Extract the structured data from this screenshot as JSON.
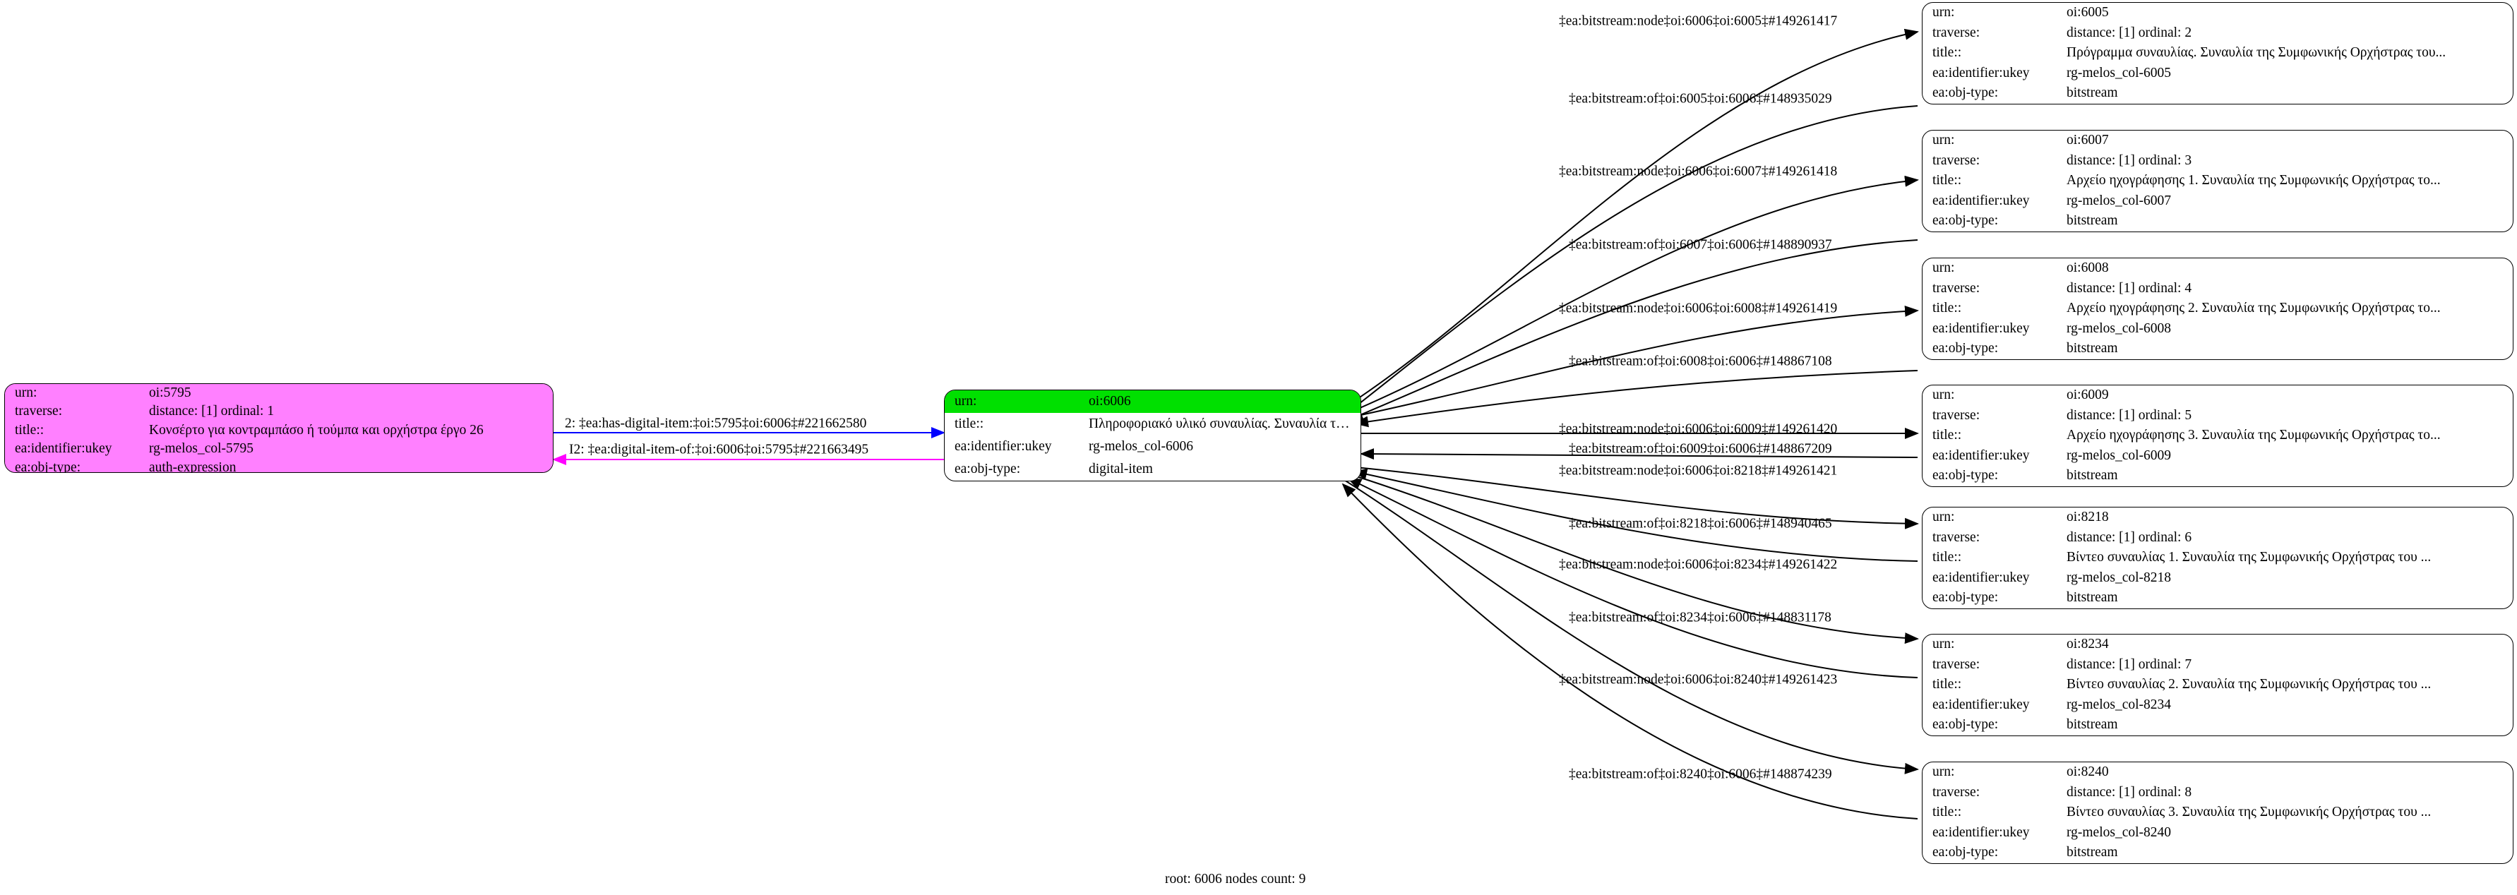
{
  "graph": {
    "caption": "root: 6006 nodes count: 9",
    "field_labels": {
      "urn": "urn:",
      "traverse": "traverse:",
      "title": "title::",
      "ukey": "ea:identifier:ukey",
      "objtype": "ea:obj-type:"
    },
    "colors": {
      "root_highlight": "#00e000",
      "related_node": "#ff80ff",
      "edge_out": "#0000ff",
      "edge_in": "#ff00ff",
      "edge_default": "#000000",
      "node_background": "#ffffff",
      "node_border": "#000000"
    }
  },
  "nodes": {
    "left": {
      "urn": "oi:5795",
      "traverse": "distance: [1]    ordinal: 1",
      "title": "Κονσέρτο για κοντραμπάσο ή τούμπα και ορχήστρα έργο 26",
      "ukey": "rg-melos_col-5795",
      "objtype": "auth-expression"
    },
    "root": {
      "urn": "oi:6006",
      "title": "Πληροφοριακό υλικό συναυλίας. Συναυλία της Συμφωνικής Ορχή...",
      "ukey": "rg-melos_col-6006",
      "objtype": "digital-item"
    },
    "right": [
      {
        "urn": "oi:6005",
        "traverse": "distance: [1]    ordinal: 2",
        "title": "Πρόγραμμα συναυλίας. Συναυλία της Συμφωνικής Ορχήστρας του...",
        "ukey": "rg-melos_col-6005",
        "objtype": "bitstream"
      },
      {
        "urn": "oi:6007",
        "traverse": "distance: [1]    ordinal: 3",
        "title": "Αρχείο ηχογράφησης 1. Συναυλία της Συμφωνικής Ορχήστρας το...",
        "ukey": "rg-melos_col-6007",
        "objtype": "bitstream"
      },
      {
        "urn": "oi:6008",
        "traverse": "distance: [1]    ordinal: 4",
        "title": "Αρχείο ηχογράφησης 2. Συναυλία της Συμφωνικής Ορχήστρας το...",
        "ukey": "rg-melos_col-6008",
        "objtype": "bitstream"
      },
      {
        "urn": "oi:6009",
        "traverse": "distance: [1]    ordinal: 5",
        "title": "Αρχείο ηχογράφησης 3. Συναυλία της Συμφωνικής Ορχήστρας το...",
        "ukey": "rg-melos_col-6009",
        "objtype": "bitstream"
      },
      {
        "urn": "oi:8218",
        "traverse": "distance: [1]    ordinal: 6",
        "title": "Βίντεο συναυλίας 1. Συναυλία της Συμφωνικής Ορχήστρας του ...",
        "ukey": "rg-melos_col-8218",
        "objtype": "bitstream"
      },
      {
        "urn": "oi:8234",
        "traverse": "distance: [1]    ordinal: 7",
        "title": "Βίντεο συναυλίας 2. Συναυλία της Συμφωνικής Ορχήστρας του ...",
        "ukey": "rg-melos_col-8234",
        "objtype": "bitstream"
      },
      {
        "urn": "oi:8240",
        "traverse": "distance: [1]    ordinal: 8",
        "title": "Βίντεο συναυλίας 3. Συναυλία της Συμφωνικής Ορχήστρας του ...",
        "ukey": "rg-melos_col-8240",
        "objtype": "bitstream"
      }
    ]
  },
  "edge_labels": {
    "center_out": "2: ‡ea:has-digital-item:‡oi:5795‡oi:6006‡#221662580",
    "center_in": "I2: ‡ea:digital-item-of:‡oi:6006‡oi:5795‡#221663495",
    "n6005_node": "‡ea:bitstream:node‡oi:6006‡oi:6005‡#149261417",
    "n6005_of": "‡ea:bitstream:of‡oi:6005‡oi:6006‡#148935029",
    "n6007_node": "‡ea:bitstream:node‡oi:6006‡oi:6007‡#149261418",
    "n6007_of": "‡ea:bitstream:of‡oi:6007‡oi:6006‡#148890937",
    "n6008_node": "‡ea:bitstream:node‡oi:6006‡oi:6008‡#149261419",
    "n6008_of": "‡ea:bitstream:of‡oi:6008‡oi:6006‡#148867108",
    "n6009_node": "‡ea:bitstream:node‡oi:6006‡oi:6009‡#149261420",
    "n6009_of": "‡ea:bitstream:of‡oi:6009‡oi:6006‡#148867209",
    "n8218_node": "‡ea:bitstream:node‡oi:6006‡oi:8218‡#149261421",
    "n8218_of": "‡ea:bitstream:of‡oi:8218‡oi:6006‡#148940465",
    "n8234_node": "‡ea:bitstream:node‡oi:6006‡oi:8234‡#149261422",
    "n8234_of": "‡ea:bitstream:of‡oi:8234‡oi:6006‡#148831178",
    "n8240_node": "‡ea:bitstream:node‡oi:6006‡oi:8240‡#149261423",
    "n8240_of": "‡ea:bitstream:of‡oi:8240‡oi:6006‡#148874239"
  }
}
